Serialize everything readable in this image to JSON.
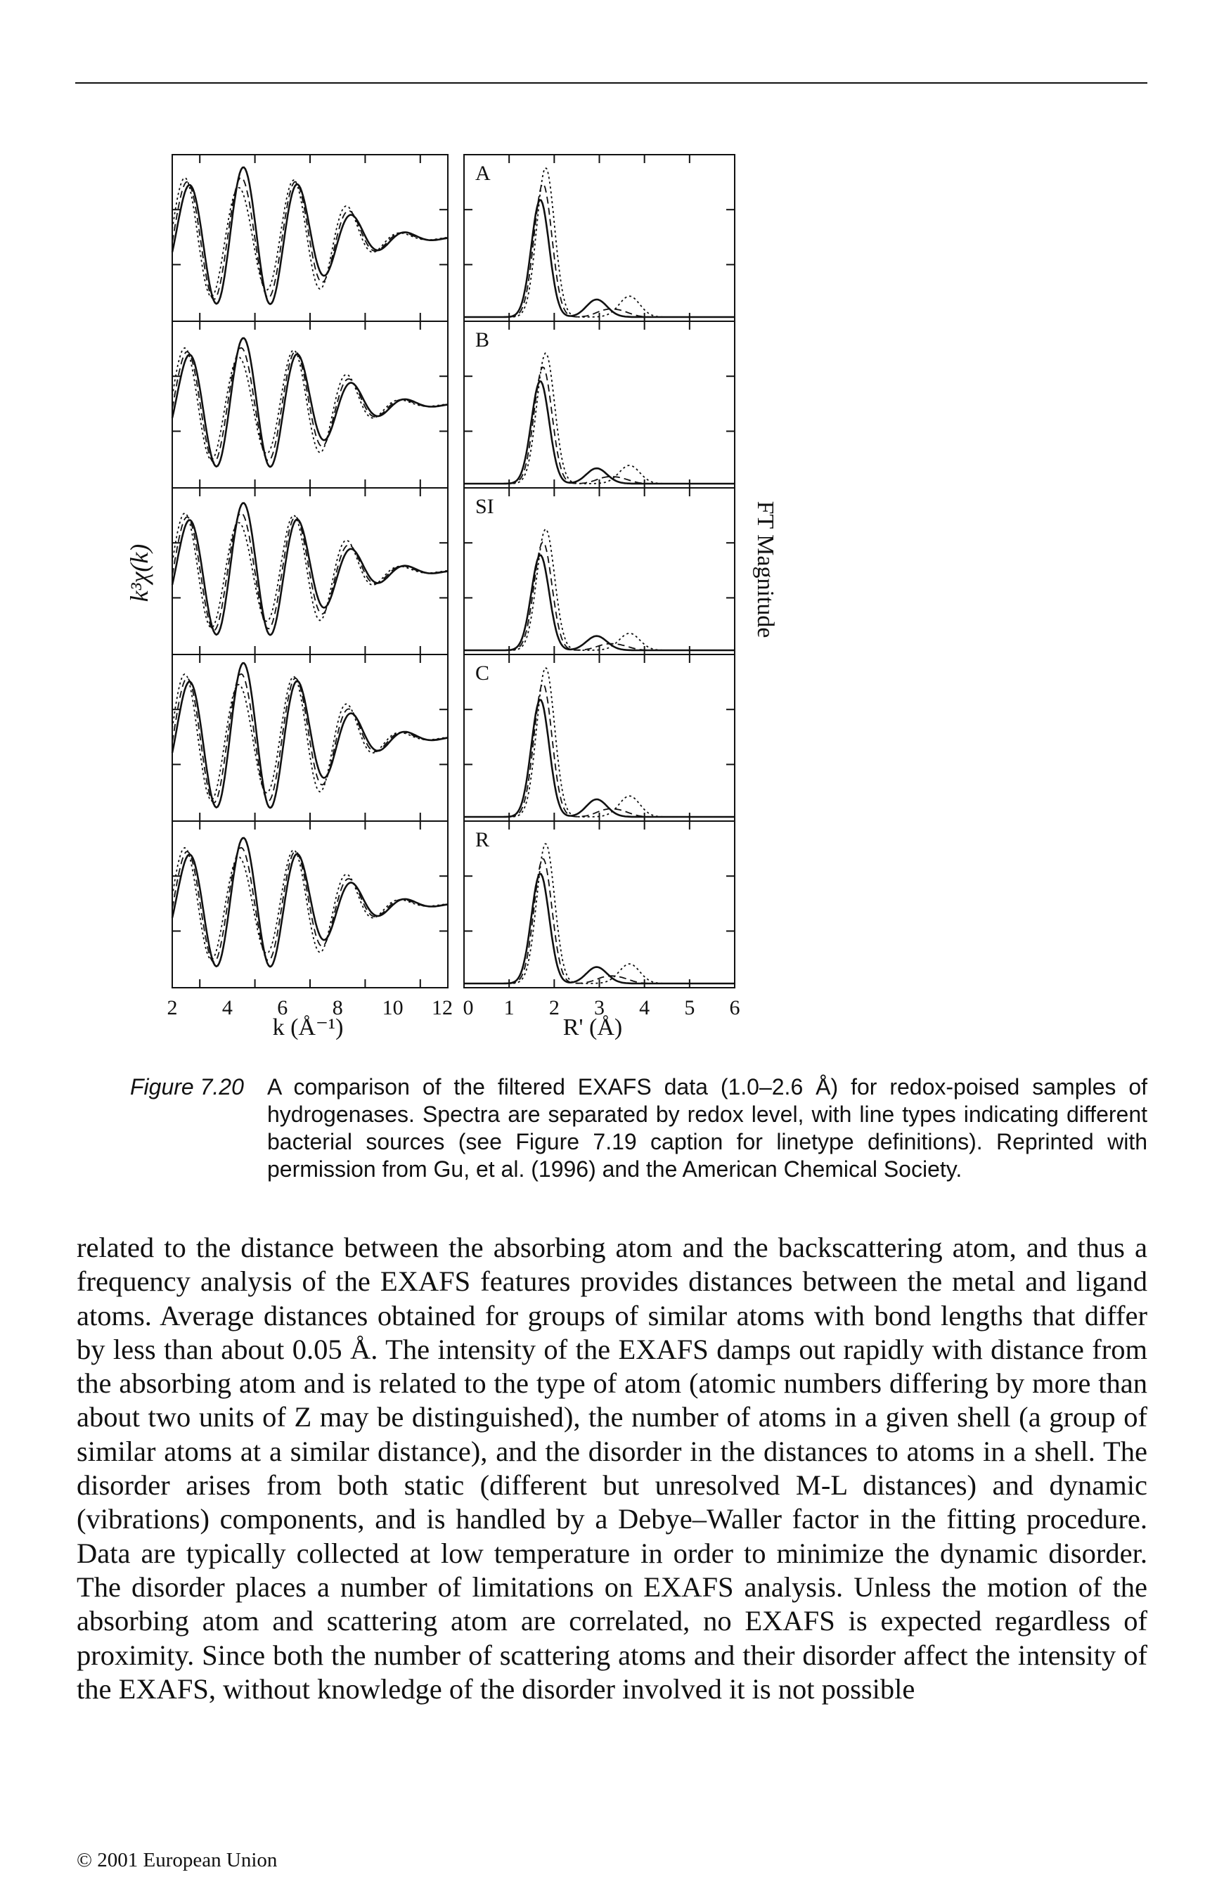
{
  "figure": {
    "left_axis_label": "k³χ(k)",
    "right_axis_label": "FT Magnitude",
    "x_label_left": "k (Å⁻¹)",
    "x_label_right": "R' (Å)",
    "x_ticks_left": [
      "2",
      "4",
      "6",
      "8",
      "10",
      "12"
    ],
    "x_ticks_right": [
      "0",
      "1",
      "2",
      "3",
      "4",
      "5",
      "6"
    ],
    "panel_labels": [
      "A",
      "B",
      "SI",
      "C",
      "R"
    ]
  },
  "chart_data": [
    {
      "type": "line",
      "title": "",
      "xlabel": "k (Å⁻¹)",
      "ylabel": "k³χ(k)",
      "xlim": [
        2,
        12
      ],
      "x_ticks": [
        2,
        4,
        6,
        8,
        10,
        12
      ],
      "panels": [
        "A",
        "B",
        "SI",
        "C",
        "R"
      ],
      "oscillation": {
        "frequency_per_k": 0.505,
        "peak_k_approx": 4.6,
        "decay_width_k": 3.7
      },
      "panel_amplitudes": [
        0.85,
        0.8,
        0.82,
        0.9,
        0.8
      ],
      "series_styles": [
        "solid",
        "dashed",
        "dotted"
      ]
    },
    {
      "type": "line",
      "title": "",
      "xlabel": "R' (Å)",
      "ylabel": "FT Magnitude",
      "xlim": [
        0,
        6
      ],
      "x_ticks": [
        0,
        1,
        2,
        3,
        4,
        5,
        6
      ],
      "panels": [
        "A",
        "B",
        "SI",
        "C",
        "R"
      ],
      "peak_position_R": 1.75,
      "panel_peak_heights": [
        0.8,
        0.7,
        0.65,
        0.8,
        0.75
      ],
      "series_styles": [
        "solid",
        "dashed",
        "dotted"
      ]
    }
  ],
  "caption": {
    "label": "Figure 7.20",
    "text": "A comparison of the filtered EXAFS data (1.0–2.6 Å) for redox-poised samples of hydrogenases. Spectra are separated by redox level, with line types indicating different bacterial sources (see Figure 7.19 caption for linetype definitions). Reprinted with permission from Gu, et al. (1996) and the American Chemical Society."
  },
  "body": {
    "paragraph": "related to the distance between the absorbing atom and the backscattering atom, and thus a frequency analysis of the EXAFS features provides distances between the metal and ligand atoms. Average distances obtained for groups of similar atoms with bond lengths that differ by less than about 0.05 Å. The intensity of the EXAFS damps out rapidly with distance from the absorbing atom and is related to the type of atom (atomic numbers differing by more than about two units of Z may be distinguished), the number of atoms in a given shell (a group of similar atoms at a similar distance), and the disorder in the distances to atoms in a shell. The disorder arises from both static (different but unresolved M-L distances) and dynamic (vibrations) components, and is handled by a Debye–Waller factor in the fitting procedure. Data are typically collected at low temperature in order to minimize the dynamic disorder. The disorder places a number of limitations on EXAFS analysis. Unless the motion of the absorbing atom and scattering atom are correlated, no EXAFS is expected regardless of proximity. Since both the number of scattering atoms and their disorder affect the intensity of the EXAFS, without knowledge of the disorder involved it is not possible"
  },
  "footer": {
    "text": "© 2001 European Union"
  }
}
